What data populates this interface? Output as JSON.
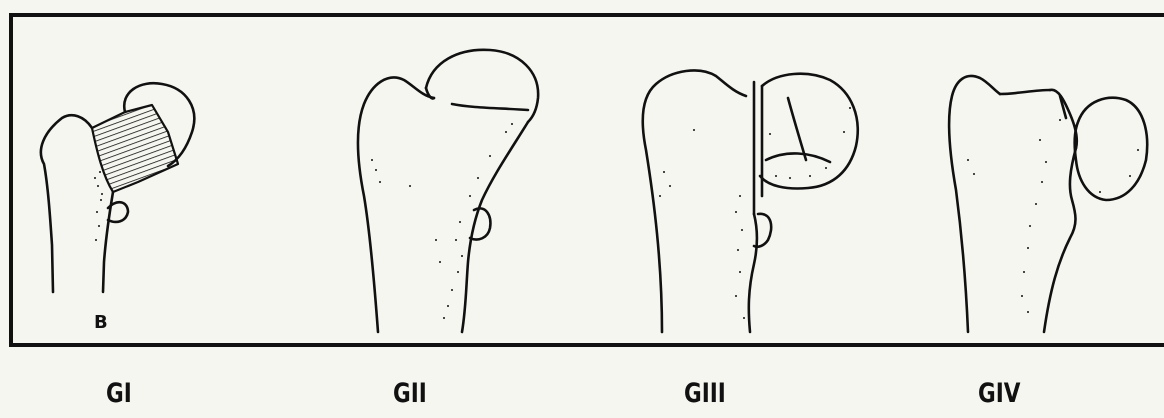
{
  "panel_letter": "B",
  "grades": [
    {
      "label": "GI"
    },
    {
      "label": "GII"
    },
    {
      "label": "GIII"
    },
    {
      "label": "GIV"
    }
  ]
}
